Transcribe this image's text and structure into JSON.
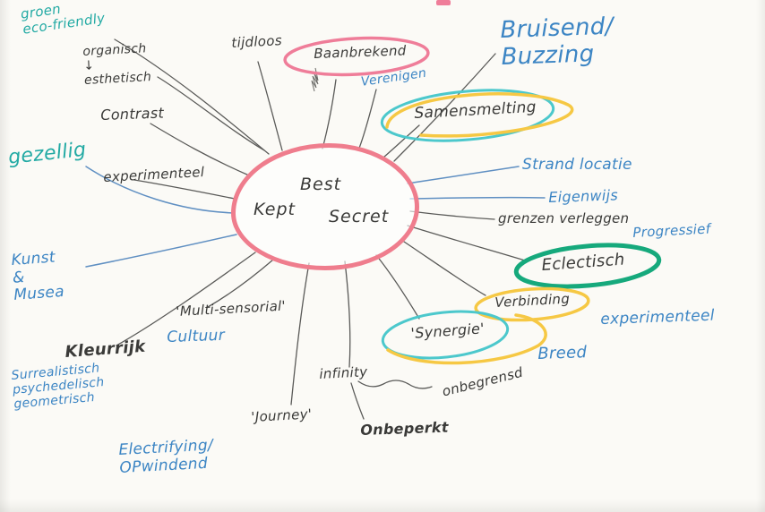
{
  "meta": {
    "title": "Best Kept Secret — hand-drawn mind map"
  },
  "center": {
    "best": "Best",
    "kept": "Kept",
    "secret": "Secret"
  },
  "nodes": {
    "groen_eco": {
      "label": "groen\neco-friendly",
      "color": "teal"
    },
    "organisch": {
      "label": "organisch\n↓\nesthetisch",
      "color": "ink"
    },
    "tijdloos": {
      "label": "tijdloos",
      "color": "ink"
    },
    "baanbrekend": {
      "label": "Baanbrekend",
      "color": "ink"
    },
    "verenigen": {
      "label": "Verenigen",
      "color": "blue"
    },
    "bruisend": {
      "label": "Bruisend/\nBuzzing",
      "color": "blue"
    },
    "samensmelting": {
      "label": "Samensmelting",
      "color": "ink"
    },
    "contrast": {
      "label": "Contrast",
      "color": "ink"
    },
    "gezellig": {
      "label": "gezellig",
      "color": "teal"
    },
    "experimenteel_left": {
      "label": "experimenteel",
      "color": "ink"
    },
    "strand": {
      "label": "Strand locatie",
      "color": "blue"
    },
    "eigenwijs": {
      "label": "Eigenwijs",
      "color": "blue"
    },
    "grenzen": {
      "label": "grenzen verleggen",
      "color": "ink"
    },
    "progressief": {
      "label": "Progressief",
      "color": "blue"
    },
    "eclectisch": {
      "label": "Eclectisch",
      "color": "ink"
    },
    "kunst": {
      "label": "Kunst\n&\nMusea",
      "color": "blue"
    },
    "verbinding": {
      "label": "Verbinding",
      "color": "ink"
    },
    "experimenteel_right": {
      "label": "experimenteel",
      "color": "blue"
    },
    "multisensorial": {
      "label": "'Multi-sensorial'",
      "color": "ink"
    },
    "cultuur": {
      "label": "Cultuur",
      "color": "blue"
    },
    "synergie": {
      "label": "'Synergie'",
      "color": "ink"
    },
    "breed": {
      "label": "Breed",
      "color": "blue"
    },
    "kleurrijk": {
      "label": "Kleurrijk",
      "color": "ink"
    },
    "surrealistisch": {
      "label": "Surrealistisch\npsychedelisch\ngeometrisch",
      "color": "blue"
    },
    "infinity": {
      "label": "infinity",
      "color": "ink"
    },
    "onbegrensd": {
      "label": "onbegrensd",
      "color": "ink"
    },
    "onbeperkt": {
      "label": "Onbeperkt",
      "color": "ink"
    },
    "journey": {
      "label": "'Journey'",
      "color": "ink"
    },
    "electrifying": {
      "label": "Electrifying/\nOPwindend",
      "color": "blue"
    }
  },
  "colors": {
    "pink_marker": "#ef7d99",
    "teal_marker": "#4cc8cc",
    "yellow_marker": "#f6c844",
    "green_marker": "#16a97c",
    "blue_ink": "#3c85c4",
    "teal_ink": "#23aaa4",
    "black_ink": "#3a3a38"
  }
}
